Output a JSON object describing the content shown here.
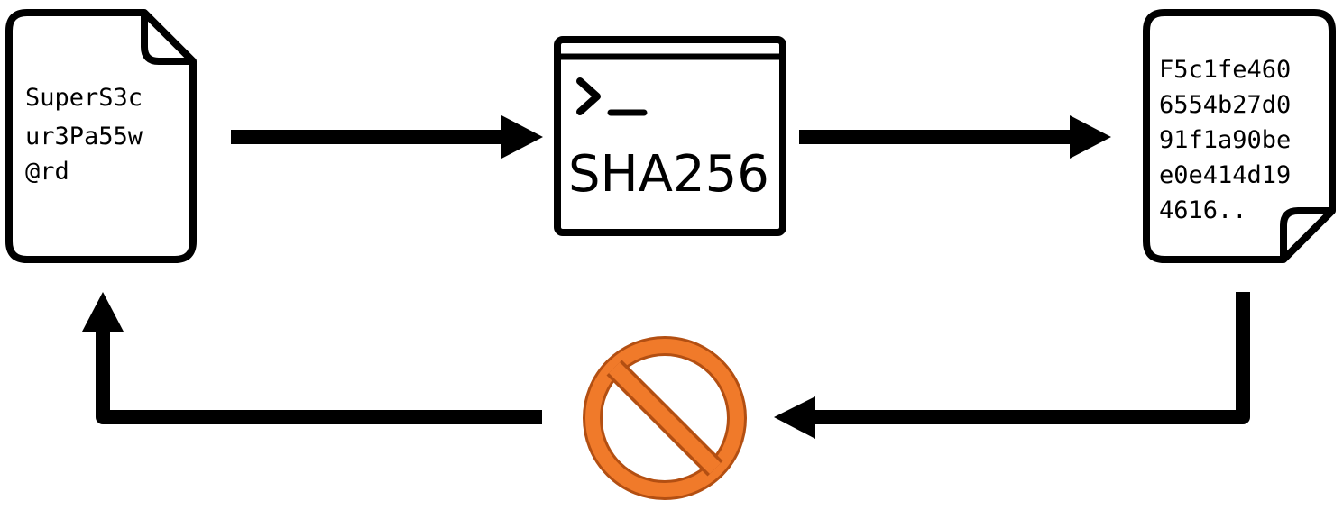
{
  "input_document": {
    "lines": [
      "SuperS3c",
      "ur3Pa55w",
      "@rd"
    ]
  },
  "hash_terminal": {
    "prompt": ">_",
    "label": "SHA256"
  },
  "output_document": {
    "lines": [
      "F5c1fe460",
      "6554b27d0",
      "91f1a90be",
      "e0e414d19",
      "4616.."
    ]
  },
  "colors": {
    "stroke": "#000000",
    "background": "#ffffff",
    "prohibited_fill": "#f07a2a",
    "prohibited_stroke": "#b34f12"
  },
  "icons": {
    "reverse_blocked": "prohibited-icon",
    "input": "document-icon",
    "output": "document-icon",
    "hasher": "terminal-window-icon"
  }
}
